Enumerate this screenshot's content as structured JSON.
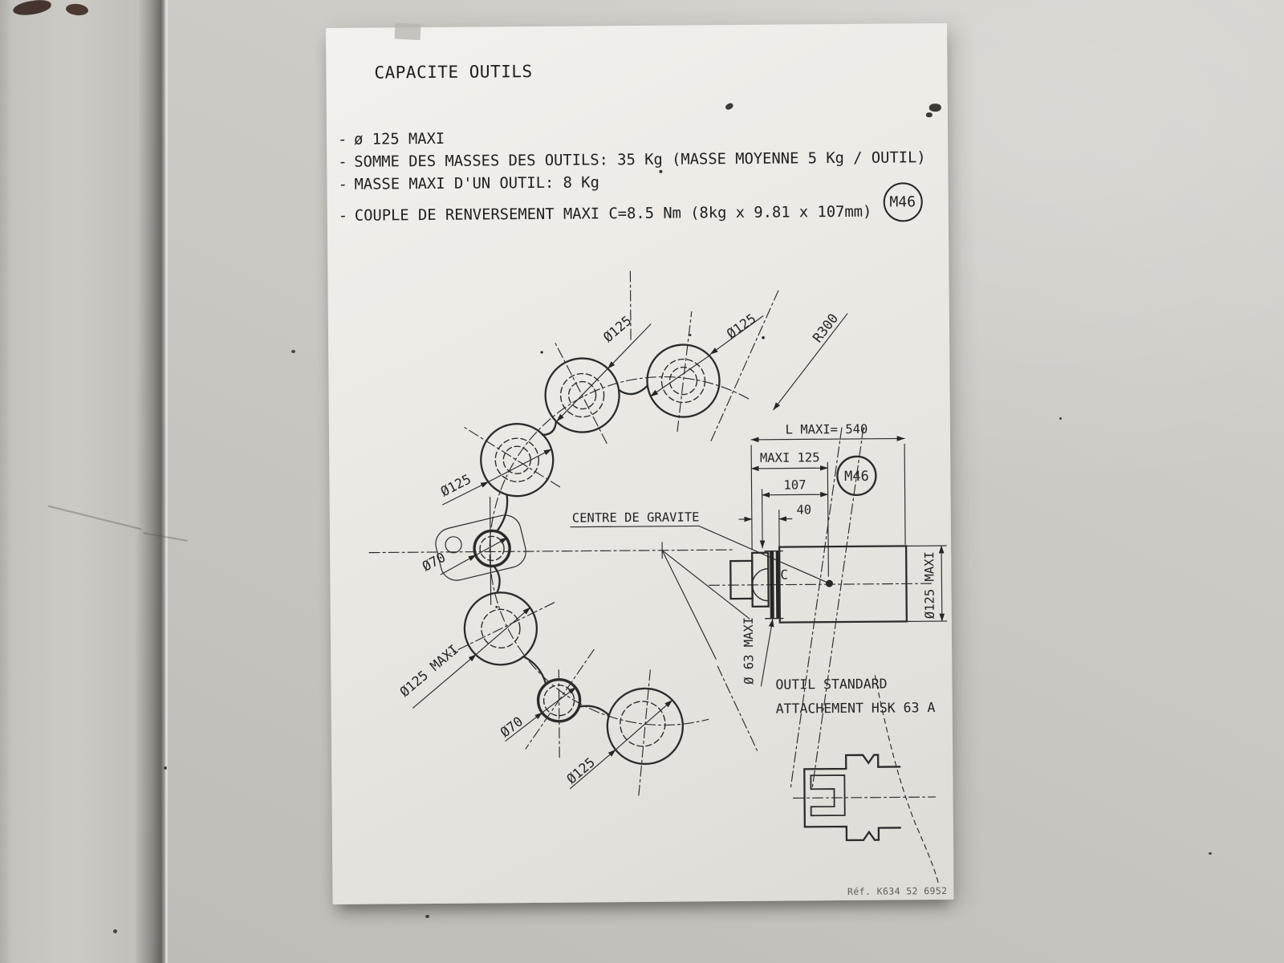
{
  "photo": {
    "wall_color": "#cac8c2",
    "paper_color": "#ece9e4",
    "ink_color": "#262626"
  },
  "sheet": {
    "title": "CAPACITE OUTILS",
    "specs": [
      {
        "dash": "-",
        "text": "ø 125 MAXI"
      },
      {
        "dash": "-",
        "text": "SOMME DES MASSES DES OUTILS: 35 Kg (MASSE MOYENNE 5 Kg / OUTIL)"
      },
      {
        "dash": "-",
        "text": "MASSE MAXI D'UN OUTIL: 8 Kg"
      },
      {
        "dash": "-",
        "text": "COUPLE DE RENVERSEMENT MAXI C=8.5 Nm (8kg x 9.81 x 107mm)"
      }
    ],
    "m46_mark": "M46",
    "reference": "Réf. K634 52 6952"
  },
  "diagram": {
    "pocket_labels": {
      "c1": "Ø125",
      "c2": "Ø125",
      "c3": "Ø125",
      "c5": "Ø125 MAXI",
      "c7": "Ø125",
      "gripper_left": "Ø70",
      "gripper_bottom": "Ø70"
    },
    "radius_label": "R300",
    "centre_gravite": "CENTRE DE GRAVITE",
    "c_point": "C",
    "dims": {
      "l_maxi": "L MAXI= 540",
      "maxi_125": "MAXI 125",
      "d107": "107",
      "d40": "40",
      "dia63": "Ø 63 MAXI",
      "dia125_right": "Ø125 MAXI"
    },
    "m46_mark": "M46",
    "tool_note_1": "OUTIL STANDARD",
    "tool_note_2": "ATTACHEMENT HSK 63 A"
  }
}
